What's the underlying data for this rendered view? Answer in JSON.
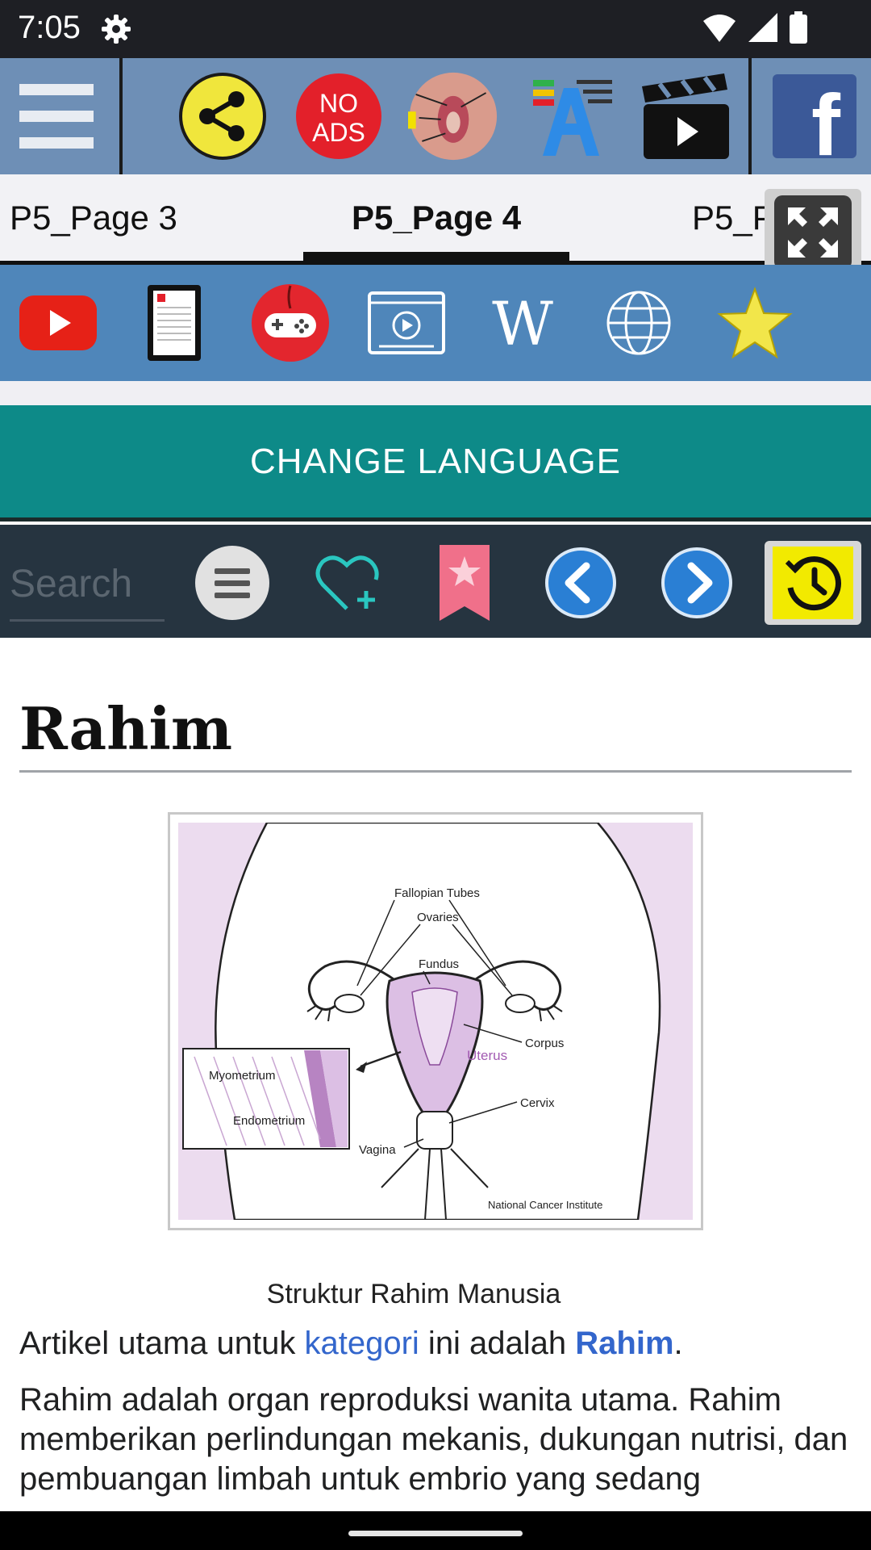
{
  "status_bar": {
    "time": "7:05",
    "icons": [
      "settings-gear-icon",
      "wifi-icon",
      "cell-signal-icon",
      "battery-icon"
    ]
  },
  "top_toolbar": {
    "items": [
      {
        "name": "menu-icon"
      },
      {
        "name": "share-icon"
      },
      {
        "name": "no-ads-button",
        "label_line1": "NO",
        "label_line2": "ADS"
      },
      {
        "name": "anatomy-thumbnail-icon"
      },
      {
        "name": "font-size-icon"
      },
      {
        "name": "video-clapper-icon"
      },
      {
        "name": "facebook-icon",
        "label": "f"
      }
    ]
  },
  "page_tabs": {
    "tabs": [
      {
        "label": "P5_Page 3",
        "active": false
      },
      {
        "label": "P5_Page 4",
        "active": true
      },
      {
        "label": "P5_P",
        "active": false
      }
    ],
    "fullscreen_icon": "fullscreen-icon"
  },
  "media_bar": {
    "items": [
      "youtube-icon",
      "ebook-icon",
      "game-controller-icon",
      "video-player-icon",
      "wikipedia-icon",
      "globe-icon",
      "star-icon"
    ],
    "wikipedia_label": "W"
  },
  "change_language": {
    "label": "CHANGE LANGUAGE"
  },
  "search_bar": {
    "placeholder": "Search",
    "items": [
      "list-menu-icon",
      "favorite-add-icon",
      "bookmark-icon",
      "back-arrow-icon",
      "forward-arrow-icon",
      "history-icon"
    ]
  },
  "article": {
    "title": "Rahim",
    "figure": {
      "labels": {
        "fallopian": "Fallopian Tubes",
        "ovaries": "Ovaries",
        "fundus": "Fundus",
        "corpus": "Corpus",
        "uterus": "Uterus",
        "cervix": "Cervix",
        "myometrium": "Myometrium",
        "endometrium": "Endometrium",
        "vagina": "Vagina",
        "credit": "National Cancer Institute"
      }
    },
    "caption": "Struktur Rahim Manusia",
    "intro": {
      "before": "Artikel utama untuk ",
      "link": "kategori",
      "middle": " ini adalah ",
      "bold_link": "Rahim",
      "after": "."
    },
    "body": "Rahim adalah organ reproduksi wanita utama. Rahim memberikan perlindungan mekanis, dukungan nutrisi, dan pembuangan limbah untuk embrio yang sedang"
  },
  "colors": {
    "toolbar": "#6e8fb6",
    "media_bar": "#4f86ba",
    "change_language": "#0d8a88",
    "search_bar": "#263440",
    "link": "#3366cc"
  }
}
